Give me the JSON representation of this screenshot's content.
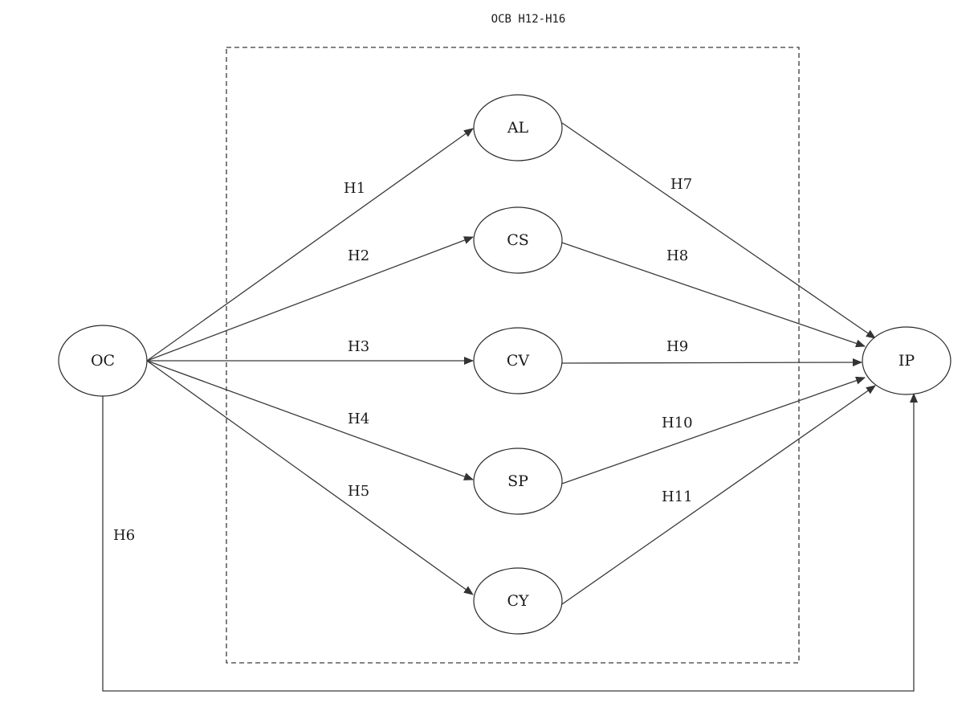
{
  "diagram": {
    "group_title": "OCB  H12-H16",
    "nodes": {
      "oc": "OC",
      "al": "AL",
      "cs": "CS",
      "cv": "CV",
      "sp": "SP",
      "cy": "CY",
      "ip": "IP"
    },
    "edges": {
      "h1": "H1",
      "h2": "H2",
      "h3": "H3",
      "h4": "H4",
      "h5": "H5",
      "h6": "H6",
      "h7": "H7",
      "h8": "H8",
      "h9": "H9",
      "h10": "H10",
      "h11": "H11"
    }
  }
}
